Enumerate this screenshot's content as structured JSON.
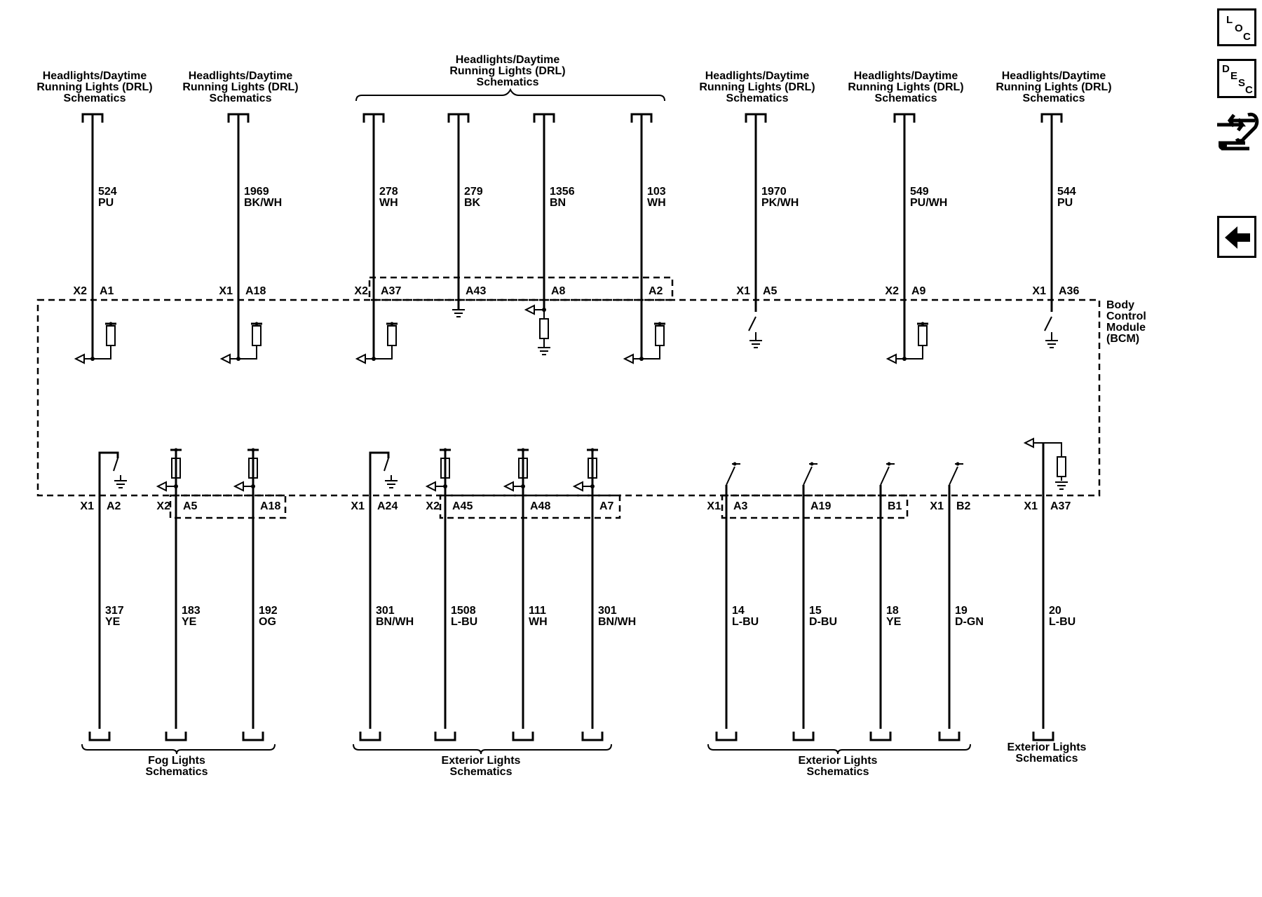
{
  "module": {
    "name_lines": [
      "Body",
      "Control",
      "Module",
      "(BCM)"
    ]
  },
  "top_refs": [
    {
      "lines": [
        "Headlights/Daytime",
        "Running Lights (DRL)",
        "Schematics"
      ]
    },
    {
      "lines": [
        "Headlights/Daytime",
        "Running Lights (DRL)",
        "Schematics"
      ]
    },
    {
      "lines": [
        "Headlights/Daytime",
        "Running Lights (DRL)",
        "Schematics"
      ]
    },
    {
      "lines": [
        "Headlights/Daytime",
        "Running Lights (DRL)",
        "Schematics"
      ]
    },
    {
      "lines": [
        "Headlights/Daytime",
        "Running Lights (DRL)",
        "Schematics"
      ]
    },
    {
      "lines": [
        "Headlights/Daytime",
        "Running Lights (DRL)",
        "Schematics"
      ]
    }
  ],
  "top_circuits": [
    {
      "circuit": "524",
      "color": "PU",
      "connector": "X2",
      "pin": "A1",
      "type": "pullup"
    },
    {
      "circuit": "1969",
      "color": "BK/WH",
      "connector": "X1",
      "pin": "A18",
      "type": "pullup"
    },
    {
      "circuit": "278",
      "color": "WH",
      "connector": "X2",
      "pin": "A37",
      "type": "pullup"
    },
    {
      "circuit": "279",
      "color": "BK",
      "connector": "",
      "pin": "A43",
      "type": "ground"
    },
    {
      "circuit": "1356",
      "color": "BN",
      "connector": "",
      "pin": "A8",
      "type": "pulldown"
    },
    {
      "circuit": "103",
      "color": "WH",
      "connector": "",
      "pin": "A2",
      "type": "pullup"
    },
    {
      "circuit": "1970",
      "color": "PK/WH",
      "connector": "X1",
      "pin": "A5",
      "type": "switch"
    },
    {
      "circuit": "549",
      "color": "PU/WH",
      "connector": "X2",
      "pin": "A9",
      "type": "pullup"
    },
    {
      "circuit": "544",
      "color": "PU",
      "connector": "X1",
      "pin": "A36",
      "type": "switch"
    }
  ],
  "bottom_circuits": [
    {
      "circuit": "317",
      "color": "YE",
      "connector": "X1",
      "pin": "A2",
      "type": "lowside"
    },
    {
      "circuit": "183",
      "color": "YE",
      "connector": "X2",
      "pin": "A5",
      "type": "pullup"
    },
    {
      "circuit": "192",
      "color": "OG",
      "connector": "",
      "pin": "A18",
      "type": "pullup"
    },
    {
      "circuit": "301",
      "color": "BN/WH",
      "connector": "X1",
      "pin": "A24",
      "type": "lowside"
    },
    {
      "circuit": "1508",
      "color": "L-BU",
      "connector": "X2",
      "pin": "A45",
      "type": "pullup"
    },
    {
      "circuit": "111",
      "color": "WH",
      "connector": "",
      "pin": "A48",
      "type": "pullup"
    },
    {
      "circuit": "301",
      "color": "BN/WH",
      "connector": "",
      "pin": "A7",
      "type": "pullup"
    },
    {
      "circuit": "14",
      "color": "L-BU",
      "connector": "X1",
      "pin": "A3",
      "type": "highside"
    },
    {
      "circuit": "15",
      "color": "D-BU",
      "connector": "",
      "pin": "A19",
      "type": "highside"
    },
    {
      "circuit": "18",
      "color": "YE",
      "connector": "",
      "pin": "B1",
      "type": "highside"
    },
    {
      "circuit": "19",
      "color": "D-GN",
      "connector": "X1",
      "pin": "B2",
      "type": "highside"
    },
    {
      "circuit": "20",
      "color": "L-BU",
      "connector": "X1",
      "pin": "A37",
      "type": "pulldown"
    }
  ],
  "bottom_refs": [
    {
      "lines": [
        "Fog Lights",
        "Schematics"
      ]
    },
    {
      "lines": [
        "Exterior Lights",
        "Schematics"
      ]
    },
    {
      "lines": [
        "Exterior Lights",
        "Schematics"
      ]
    },
    {
      "lines": [
        "Exterior Lights",
        "Schematics"
      ]
    }
  ],
  "sidebar": {
    "loc": {
      "chars": [
        "L",
        "O",
        "C"
      ],
      "icon": "loc-icon"
    },
    "desc": {
      "chars": [
        "D",
        "E",
        "S",
        "C"
      ],
      "icon": "desc-icon"
    },
    "tools": {
      "icon": "wrench-arrows-icon"
    },
    "back": {
      "icon": "back-arrow-icon"
    }
  }
}
